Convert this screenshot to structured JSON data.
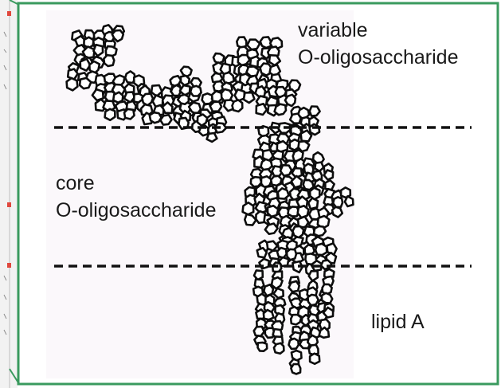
{
  "labels": {
    "variable_line1": "variable",
    "variable_line2": "O-oligosaccharide",
    "core_line1": "core",
    "core_line2": "O-oligosaccharide",
    "lipid": "lipid A"
  },
  "colors": {
    "frame_green": "#3a9a5e",
    "panel_bg": "#fbf8fb",
    "molecule_stroke": "#0d0d0d",
    "molecule_fill": "#ffffff",
    "dash": "#111111",
    "left_page_accent": "#e0483e"
  },
  "icons": [
    "molecule-illustration"
  ]
}
